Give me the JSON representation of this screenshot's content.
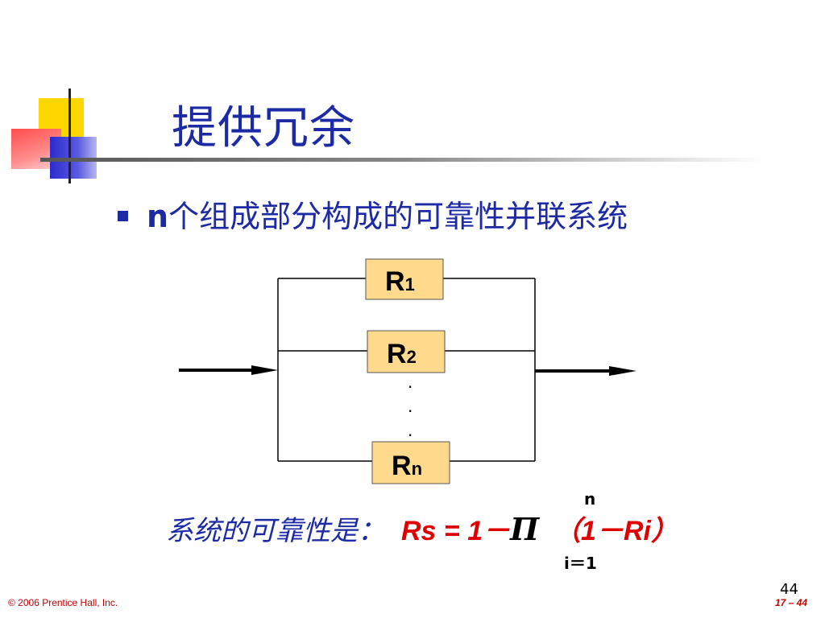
{
  "slide": {
    "title": "提供冗余",
    "bullet": {
      "lead": "n",
      "text": "个组成部分构成的可靠性并联系统"
    }
  },
  "diagram": {
    "components": [
      {
        "main": "R",
        "sub": "1"
      },
      {
        "main": "R",
        "sub": "2"
      },
      {
        "main": "R",
        "sub": "n"
      }
    ],
    "dots": [
      ".",
      ".",
      "."
    ]
  },
  "formula": {
    "prefix": "系统的可靠性是：",
    "lhs": "Rs = 1－",
    "pi_symbol": "Π",
    "rhs": "（1－Ri）",
    "upper_limit": "n",
    "lower_limit": "i＝1"
  },
  "footer": {
    "page_number": "44",
    "copyright": "© 2006 Prentice Hall, Inc.",
    "slide_ref": "17 – 44"
  },
  "colors": {
    "title_blue": "#1c2aa6",
    "box_fill": "#ffd98c",
    "formula_red": "#e00000",
    "footer_red": "#c00000"
  }
}
